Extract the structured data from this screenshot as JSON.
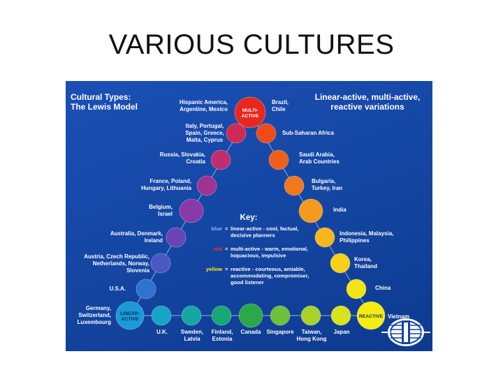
{
  "slide": {
    "title": "VARIOUS CULTURES"
  },
  "panel": {
    "heading_left": [
      "Cultural Types:",
      "The Lewis Model"
    ],
    "heading_right": [
      "Linear-active, multi-active,",
      "reactive variations"
    ],
    "key": {
      "title": "Key:",
      "entries": [
        {
          "word": "blue",
          "color": "#8fb3ff",
          "eq": "=",
          "lines": [
            "linear-active - cool, factual,",
            "decisive planners"
          ]
        },
        {
          "word": "red",
          "color": "#ff3030",
          "eq": "=",
          "lines": [
            "multi-active - warm, emotional,",
            "loquacious, impulsive"
          ]
        },
        {
          "word": "yellow",
          "color": "#ffee00",
          "eq": "=",
          "lines": [
            "reactive - courteous, amiable,",
            "accommodating, compromiser,",
            "good listener"
          ]
        }
      ]
    },
    "nodes": [
      {
        "id": "multi-active",
        "color": "#e8281e",
        "inner": [
          "MULTI-",
          "ACTIVE"
        ],
        "label": []
      },
      {
        "id": "hispanic",
        "color": "#d9233a",
        "inner": [],
        "label": [
          "Hispanic America,",
          "Argentine, Mexico"
        ]
      },
      {
        "id": "brazil",
        "color": "#ec3318",
        "inner": [],
        "label": [
          "Brazil,",
          "Chile"
        ]
      },
      {
        "id": "italy",
        "color": "#d12a52",
        "inner": [],
        "label": [
          "Italy, Portugal,",
          "Spain, Greece,",
          "Malta, Cyprus"
        ]
      },
      {
        "id": "subsahara",
        "color": "#ee4a1a",
        "inner": [],
        "label": [
          "Sub-Saharan Africa"
        ]
      },
      {
        "id": "russia",
        "color": "#c12e6e",
        "inner": [],
        "label": [
          "Russia, Slovakia,",
          "Croatia"
        ]
      },
      {
        "id": "saudi",
        "color": "#f05e1a",
        "inner": [],
        "label": [
          "Saudi Arabia,",
          "Arab Countries"
        ]
      },
      {
        "id": "france",
        "color": "#a03392",
        "inner": [],
        "label": [
          "France, Poland,",
          "Hungary, Lithuania"
        ]
      },
      {
        "id": "bulgaria",
        "color": "#f2781c",
        "inner": [],
        "label": [
          "Bulgaria,",
          "Turkey, Iran"
        ]
      },
      {
        "id": "belgium",
        "color": "#8a3aa8",
        "inner": [],
        "label": [
          "Belgium,",
          "Israel"
        ]
      },
      {
        "id": "india",
        "color": "#f59a1e",
        "inner": [],
        "label": [
          "India"
        ]
      },
      {
        "id": "australia",
        "color": "#6a44b4",
        "inner": [],
        "label": [
          "Australia, Denmark,",
          "Ireland"
        ]
      },
      {
        "id": "indonesia",
        "color": "#f7b71c",
        "inner": [],
        "label": [
          "Indonesia, Malaysia,",
          "Philippines"
        ]
      },
      {
        "id": "austria",
        "color": "#4b58c2",
        "inner": [],
        "label": [
          "Austria, Czech Republic,",
          "Netherlands, Norway,",
          "Slovenia"
        ]
      },
      {
        "id": "korea",
        "color": "#f7d118",
        "inner": [],
        "label": [
          "Korea,",
          "Thailand"
        ]
      },
      {
        "id": "usa",
        "color": "#2f72d0",
        "inner": [],
        "label": [
          "U.S.A."
        ]
      },
      {
        "id": "china",
        "color": "#f4e414",
        "inner": [],
        "label": [
          "China"
        ]
      },
      {
        "id": "linear-active",
        "color": "#1a9ad6",
        "inner": [
          "LINEAR-",
          "ACTIVE"
        ],
        "label": [
          "Germany,",
          "Switzerland,",
          "Luxembourg"
        ]
      },
      {
        "id": "reactive",
        "color": "#f5ec10",
        "inner": [
          "REACTIVE"
        ],
        "label": [
          "Vietnam"
        ]
      },
      {
        "id": "uk",
        "color": "#17a5c6",
        "inner": [],
        "label": [
          "U.K."
        ]
      },
      {
        "id": "sweden",
        "color": "#15a8a2",
        "inner": [],
        "label": [
          "Sweden,",
          "Latvia"
        ]
      },
      {
        "id": "finland",
        "color": "#18a874",
        "inner": [],
        "label": [
          "Finland,",
          "Estonia"
        ]
      },
      {
        "id": "canada",
        "color": "#2aa84a",
        "inner": [],
        "label": [
          "Canada"
        ]
      },
      {
        "id": "singapore",
        "color": "#6cc03a",
        "inner": [],
        "label": [
          "Singapore"
        ]
      },
      {
        "id": "taiwan",
        "color": "#a6d22a",
        "inner": [],
        "label": [
          "Taiwan,",
          "Hong Kong"
        ]
      },
      {
        "id": "japan",
        "color": "#d8e21e",
        "inner": [],
        "label": [
          "Japan"
        ]
      }
    ]
  }
}
